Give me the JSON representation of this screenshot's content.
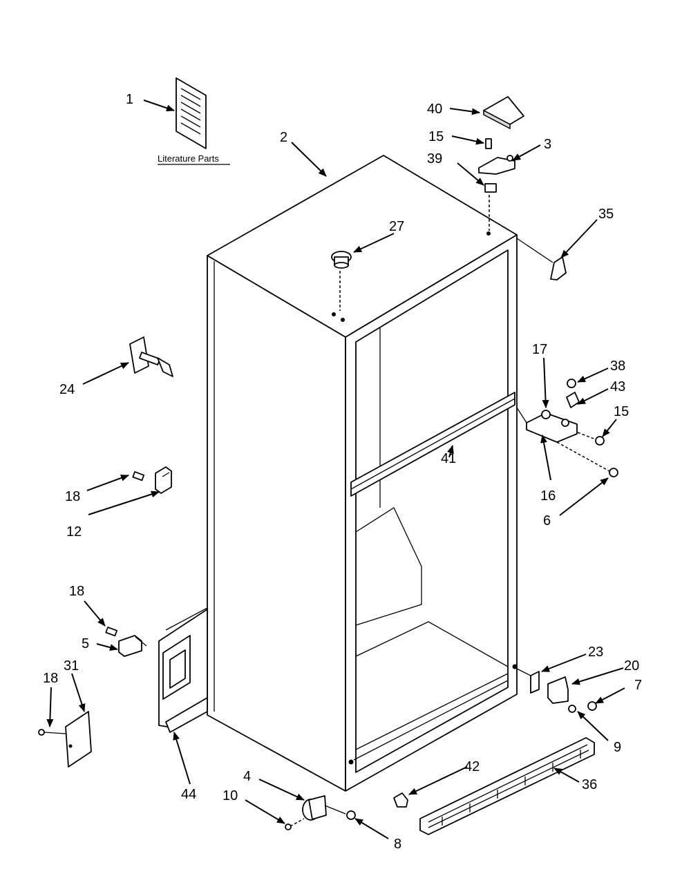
{
  "literature_label": "Literature Parts",
  "callouts": {
    "c1": "1",
    "c2": "2",
    "c3": "3",
    "c4": "4",
    "c5": "5",
    "c6": "6",
    "c7": "7",
    "c8": "8",
    "c9": "9",
    "c10": "10",
    "c12": "12",
    "c15a": "15",
    "c15b": "15",
    "c16": "16",
    "c17": "17",
    "c18a": "18",
    "c18b": "18",
    "c18c": "18",
    "c20": "20",
    "c23": "23",
    "c24": "24",
    "c27": "27",
    "c31": "31",
    "c35": "35",
    "c36": "36",
    "c38": "38",
    "c39": "39",
    "c40": "40",
    "c41": "41",
    "c42": "42",
    "c43": "43",
    "c44": "44"
  }
}
